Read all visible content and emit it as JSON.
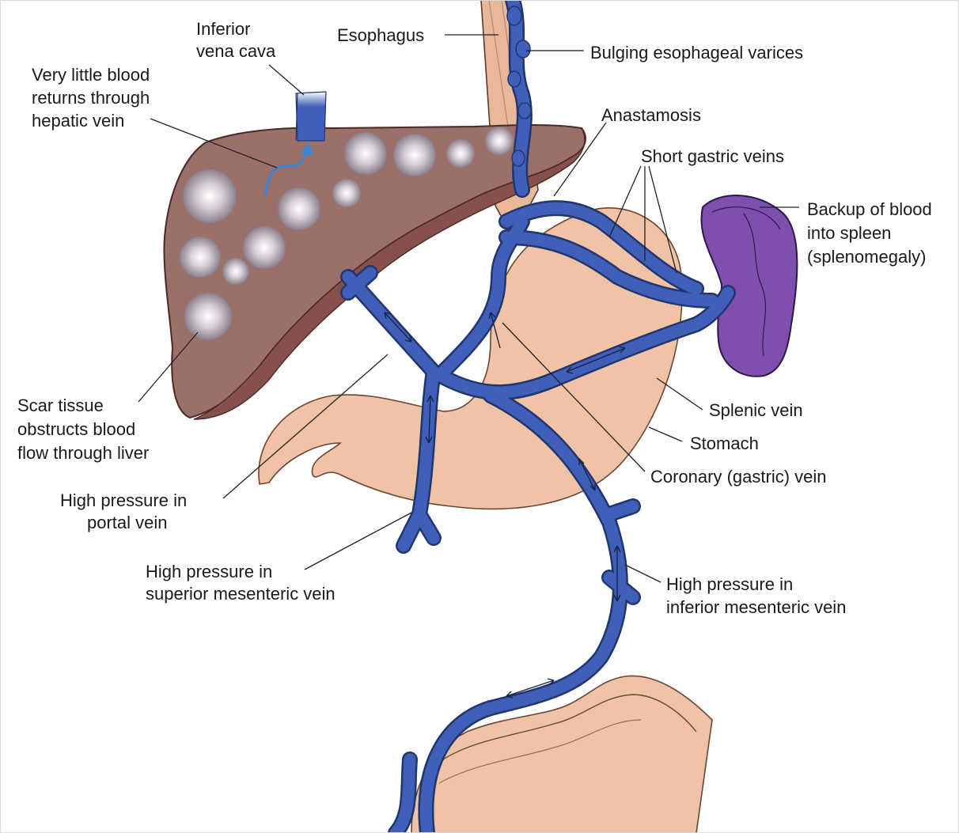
{
  "colors": {
    "liver": "#9b6f6a",
    "liver_shadow": "#86504c",
    "vein": "#3f5fb8",
    "vein_outline": "#22366e",
    "stomach": "#f0c2a6",
    "spleen": "#7e4fae",
    "esophagus": "#e9b79a",
    "nodule": "#c9c1c9",
    "label_text": "#1a1a1a"
  },
  "icons": {
    "flow_arrow": "blue-curved-arrow-icon",
    "double_arrow": "double-headed-arrow-icon"
  },
  "labels": {
    "inferior_vena_cava": [
      "Inferior",
      "vena cava"
    ],
    "esophagus": [
      "Esophagus"
    ],
    "bulging_varices": [
      "Bulging esophageal varices"
    ],
    "hepatic_vein": [
      "Very little blood",
      "returns through",
      "hepatic vein"
    ],
    "anastamosis": [
      "Anastamosis"
    ],
    "short_gastric_veins": [
      "Short gastric veins"
    ],
    "spleen_backup": [
      "Backup of blood",
      "into spleen",
      "(splenomegaly)"
    ],
    "scar_tissue": [
      "Scar tissue",
      "obstructs blood",
      "flow through liver"
    ],
    "splenic_vein": [
      "Splenic vein"
    ],
    "stomach": [
      "Stomach"
    ],
    "coronary_vein": [
      "Coronary (gastric) vein"
    ],
    "portal_vein": [
      "High pressure in",
      "portal vein"
    ],
    "superior_mesenteric": [
      "High pressure in",
      "superior mesenteric vein"
    ],
    "inferior_mesenteric": [
      "High pressure in",
      "inferior mesenteric vein"
    ]
  }
}
